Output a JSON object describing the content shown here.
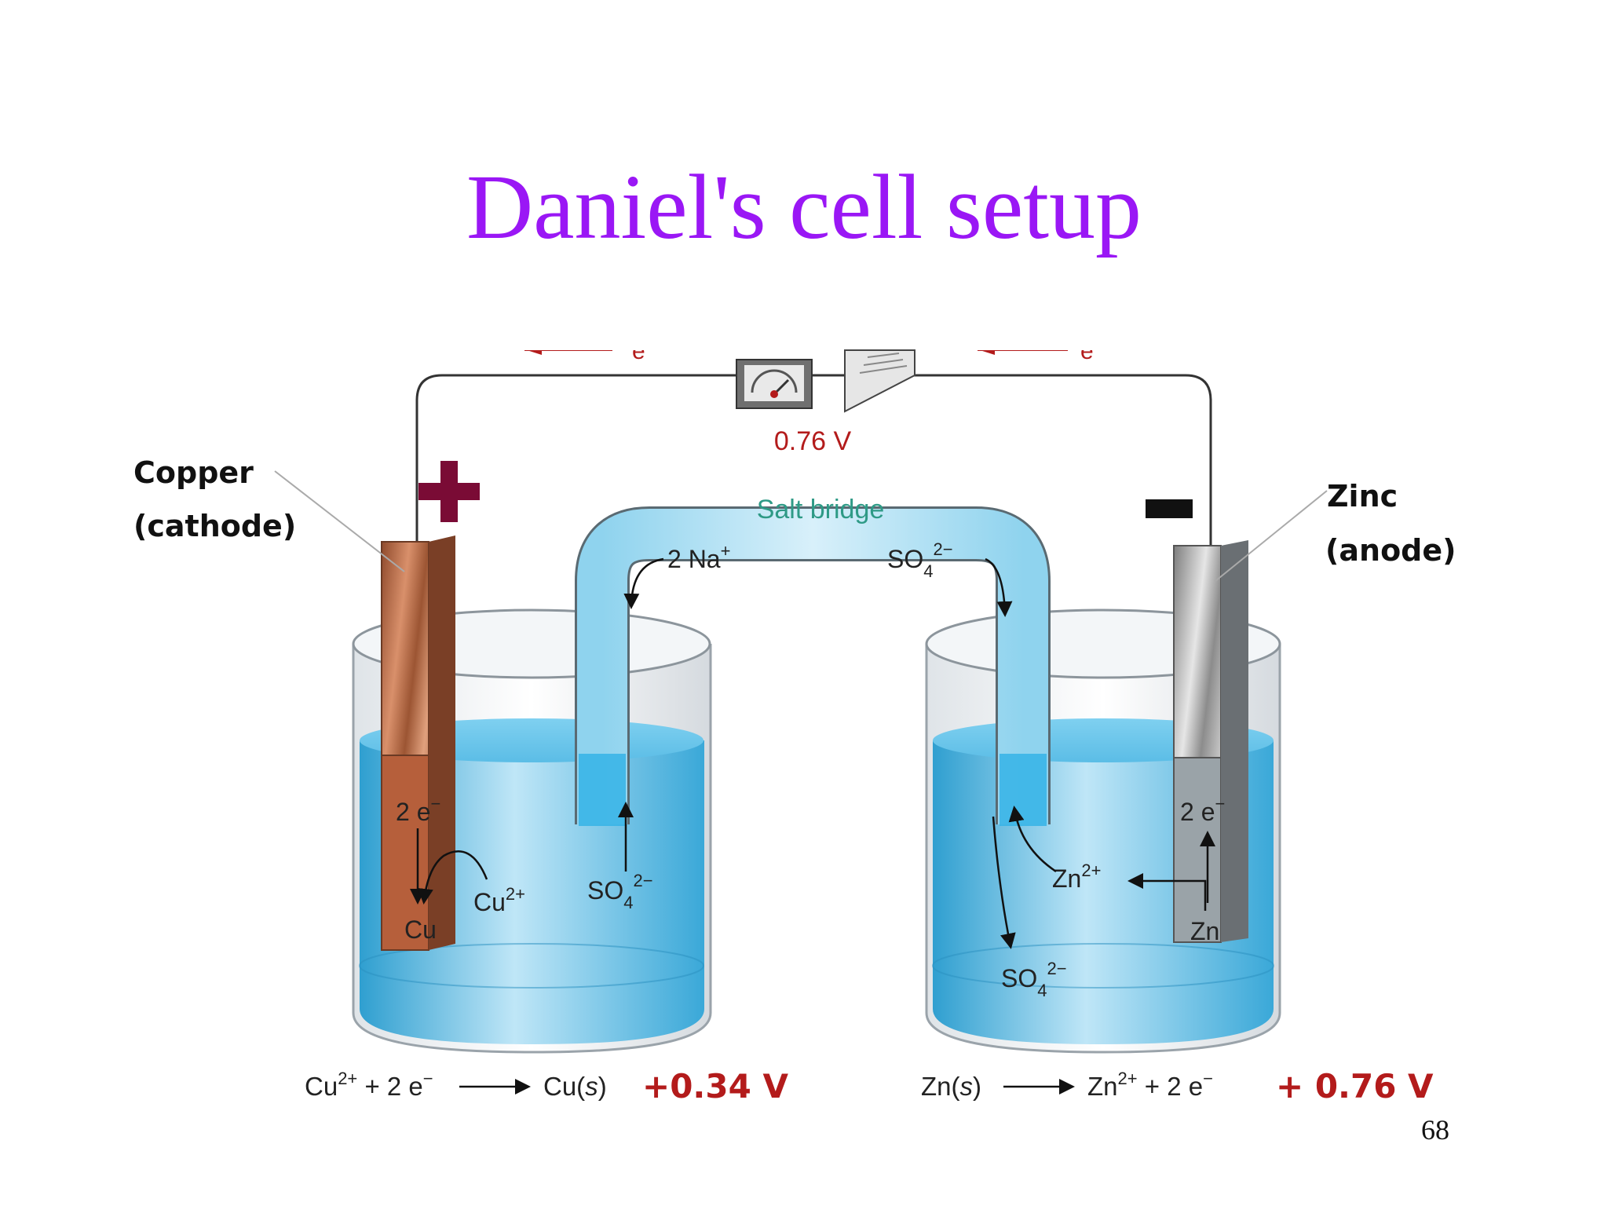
{
  "slide": {
    "title": "Daniel's cell setup",
    "page_number": "68"
  },
  "circuit": {
    "voltmeter_reading": "0.76 V",
    "electron_flow_label_left": "e",
    "electron_flow_label_right": "e"
  },
  "electrodes": {
    "copper_label_line1": "Copper",
    "copper_label_line2": "(cathode)",
    "zinc_label_line1": "Zinc",
    "zinc_label_line2": "(anode)",
    "copper_sign": "+",
    "zinc_sign": "−"
  },
  "salt_bridge": {
    "label": "Salt bridge",
    "cation": "2 Na",
    "cation_charge": "+",
    "anion": "SO",
    "anion_sub": "4",
    "anion_charge": "2−"
  },
  "left_beaker": {
    "electrons": "2 e",
    "electrons_charge": "−",
    "metal": "Cu",
    "ion": "Cu",
    "ion_charge": "2+",
    "anion": "SO",
    "anion_sub": "4",
    "anion_charge": "2−"
  },
  "right_beaker": {
    "electrons": "2 e",
    "electrons_charge": "−",
    "metal": "Zn",
    "ion": "Zn",
    "ion_charge": "2+",
    "anion": "SO",
    "anion_sub": "4",
    "anion_charge": "2−"
  },
  "equations": {
    "cathode_reactant": "Cu",
    "cathode_reactant_charge": "2+",
    "cathode_electrons": " + 2 e",
    "cathode_electrons_charge": "−",
    "cathode_product": "Cu(",
    "cathode_product_state": "s",
    "cathode_product_close": ")",
    "cathode_potential": "+0.34 V",
    "anode_reactant": "Zn(",
    "anode_reactant_state": "s",
    "anode_reactant_close": ")",
    "anode_product": "Zn",
    "anode_product_charge": "2+",
    "anode_electrons": " + 2 e",
    "anode_electrons_charge": "−",
    "anode_potential": "+ 0.76 V"
  },
  "colors": {
    "title": "#9a17f5",
    "potential": "#b31b1b",
    "salt_bridge_label": "#2e9a86",
    "positive_sign": "#7a0b35",
    "solution": "#49b6e0",
    "copper": "#b3643f",
    "zinc": "#a5a5a5"
  }
}
